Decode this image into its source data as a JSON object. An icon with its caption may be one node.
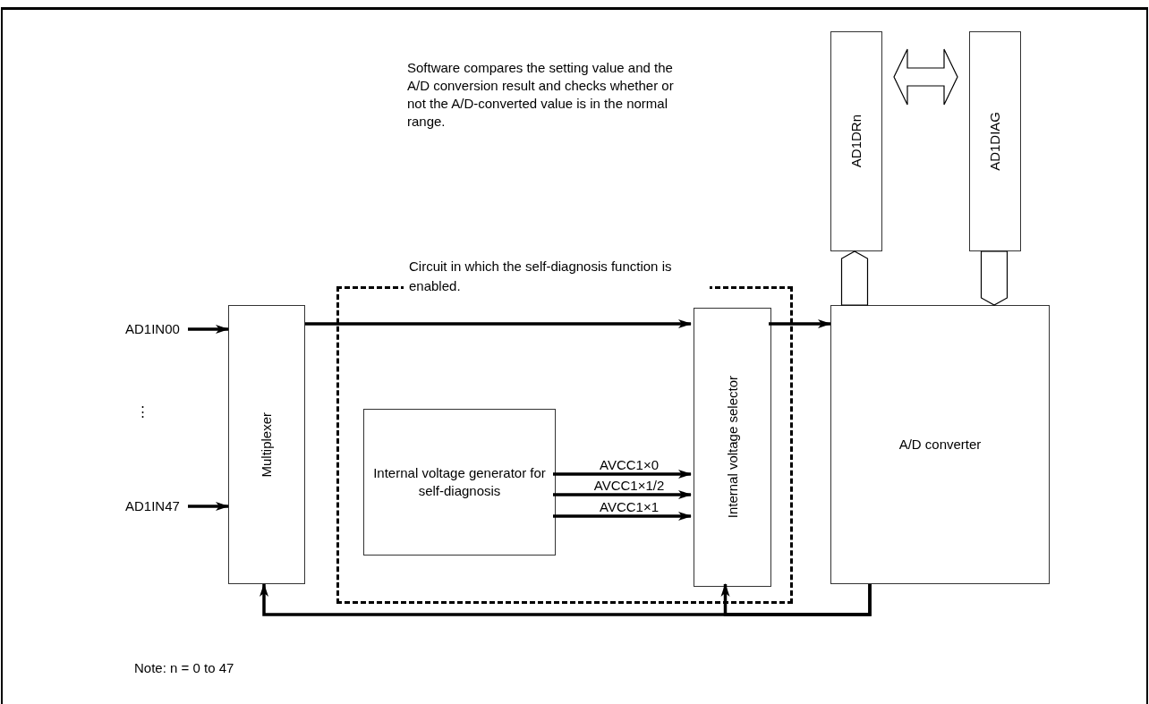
{
  "diagram": {
    "nodes": [
      {
        "text": [
          "Circuit in which the self-diagnosis function is enabled."
        ]
      },
      {
        "text": [
          "Multiplexer"
        ]
      },
      {
        "text": [
          "Internal voltage generator for self-diagnosis"
        ],
        "in": 0
      },
      {
        "text": [
          "Internal voltage selector"
        ],
        "in": 0
      },
      {
        "text": [
          "A/D converter"
        ]
      },
      {
        "text": [
          "AD1DRn"
        ]
      },
      {
        "text": [
          "AD1DIAG"
        ]
      },
      {
        "text": [
          "AD1IN00"
        ]
      },
      {
        "text": [
          "AD1IN47"
        ]
      }
    ],
    "edges": [
      {
        "from": 7,
        "to": 1,
        "arrow": "to"
      },
      {
        "from": 8,
        "to": 1,
        "arrow": "to"
      },
      {
        "from": 1,
        "to": 3,
        "arrow": "to"
      },
      {
        "from": 2,
        "to": 3,
        "arrow": "to",
        "label": "AVCC1×0"
      },
      {
        "from": 2,
        "to": 3,
        "arrow": "to",
        "label": "AVCC1×1/2"
      },
      {
        "from": 2,
        "to": 3,
        "arrow": "to",
        "label": "AVCC1×1"
      },
      {
        "from": 3,
        "to": 4,
        "arrow": "to"
      },
      {
        "from": 4,
        "to": 1,
        "arrow": "to"
      },
      {
        "from": 4,
        "to": 3,
        "arrow": "to"
      },
      {
        "from": 4,
        "to": 5,
        "arrow": "to"
      },
      {
        "from": 6,
        "to": 4,
        "arrow": "to"
      },
      {
        "from": 5,
        "to": 6,
        "arrow": "both"
      }
    ],
    "labels": [
      "Software compares the setting value and the A/D conversion result and checks whether or not the A/D-converted value is in the normal range.",
      "⋮",
      "Note: n = 0 to 47"
    ]
  }
}
